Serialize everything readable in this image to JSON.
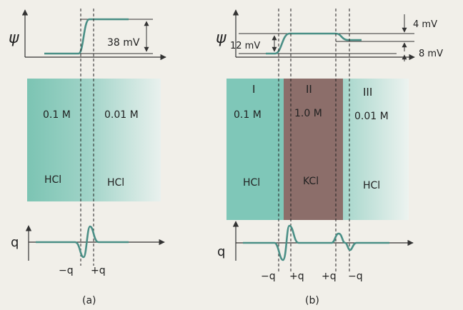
{
  "panel_a": {
    "caption": "(a)",
    "psi_symbol": "ψ",
    "q_symbol": "q",
    "potential_jump": "38 mV",
    "left": {
      "conc": "0.1 M",
      "solute": "HCl"
    },
    "right": {
      "conc": "0.01 M",
      "solute": "HCl"
    },
    "charge_labels": [
      "−q",
      "+q"
    ]
  },
  "panel_b": {
    "caption": "(b)",
    "psi_symbol": "ψ",
    "q_symbol": "q",
    "jump_12": "12 mV",
    "jump_4": "4 mV",
    "jump_8": "8 mV",
    "regions": [
      {
        "roman": "I",
        "conc": "0.1 M",
        "solute": "HCl"
      },
      {
        "roman": "II",
        "conc": "1.0 M",
        "solute": "KCl"
      },
      {
        "roman": "III",
        "conc": "0.01 M",
        "solute": "HCl"
      }
    ],
    "charge_labels": [
      "−q",
      "+q",
      "+q",
      "−q"
    ]
  },
  "colors": {
    "teal": "#7fc7b8",
    "brown": "#8c6e6a",
    "line": "#4a8f86"
  }
}
